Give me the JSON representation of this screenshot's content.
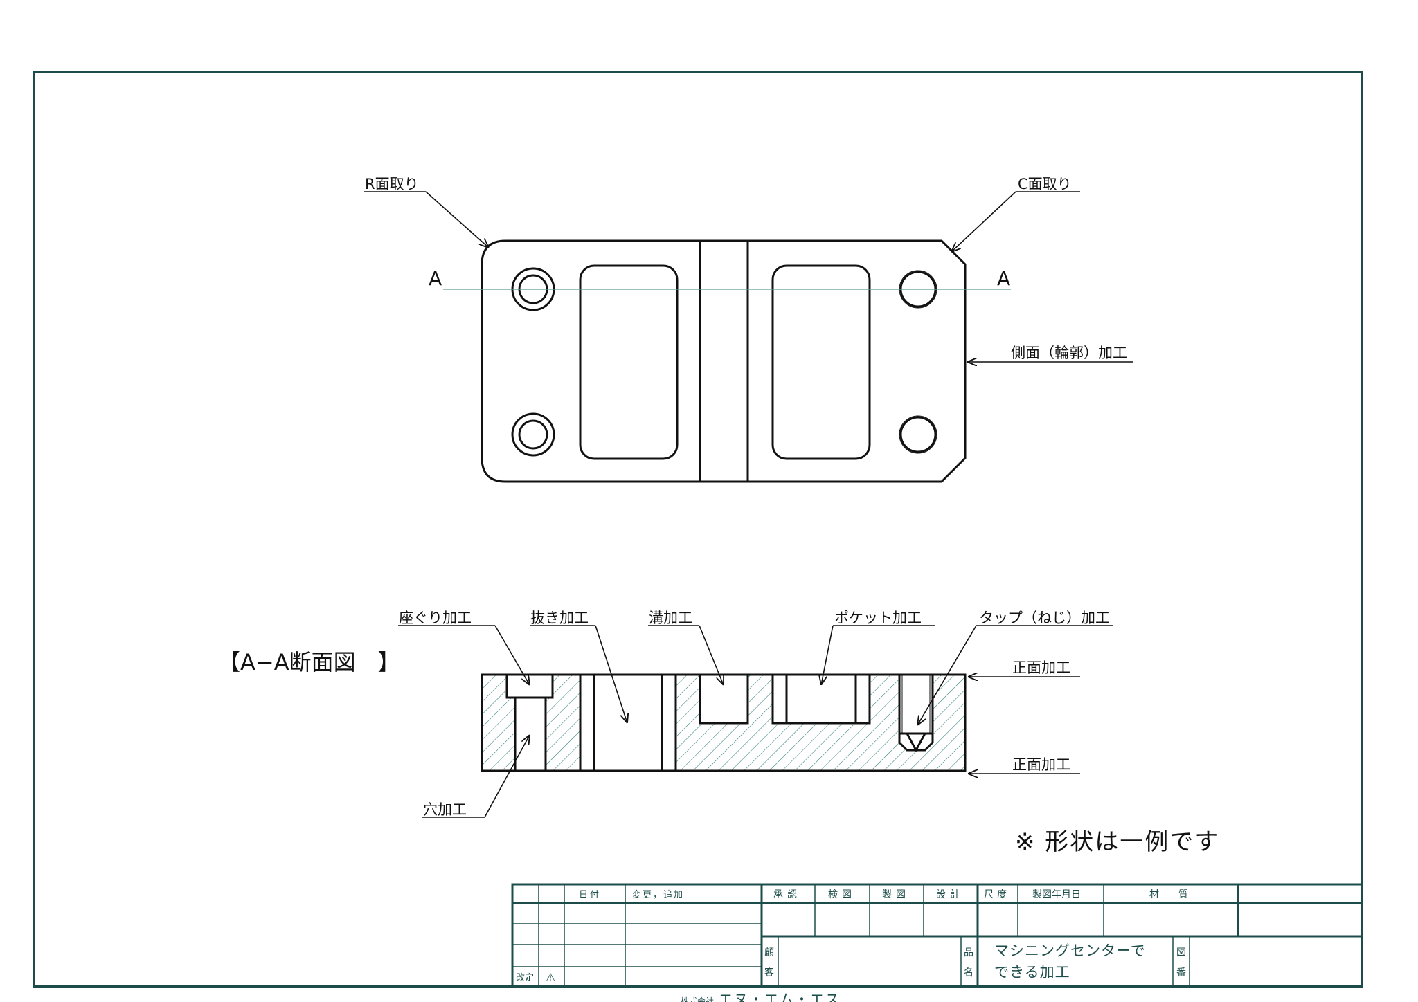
{
  "plan_view": {
    "section_mark_left": "A",
    "section_mark_right": "A",
    "callouts": {
      "r_chamfer": "R面取り",
      "c_chamfer": "C面取り",
      "side_contour": "側面（輪郭）加工"
    }
  },
  "section_view": {
    "title": "【A−A断面図　】",
    "callouts": {
      "counterbore": "座ぐり加工",
      "through_cut": "抜き加工",
      "groove": "溝加工",
      "pocket": "ポケット加工",
      "tap": "タップ（ねじ）加工",
      "face_top": "正面加工",
      "face_bottom": "正面加工",
      "hole": "穴加工"
    }
  },
  "note": "※  形状は一例です",
  "title_block": {
    "headers": {
      "date": "日付",
      "change": "変更，追加",
      "approve": "承認",
      "check": "検図",
      "draw": "製図",
      "design": "設計",
      "scale": "尺度",
      "made_date": "製図年月日",
      "material": "材　　質"
    },
    "revision_label": "改定",
    "revision_symbol": "⚠",
    "customer_label_1": "顧",
    "customer_label_2": "客",
    "part_name_label_1": "品",
    "part_name_label_2": "名",
    "part_name_line1": "マシニングセンターで",
    "part_name_line2": "できる加工",
    "drawing_no_label_1": "図",
    "drawing_no_label_2": "番"
  },
  "company": {
    "prefix": "株式会社",
    "name": "エヌ・エム・エス"
  },
  "colors": {
    "frame": "#1d4d4a",
    "line": "#111111",
    "hatch": "#2e7d78",
    "center_line": "#5f9b97"
  }
}
